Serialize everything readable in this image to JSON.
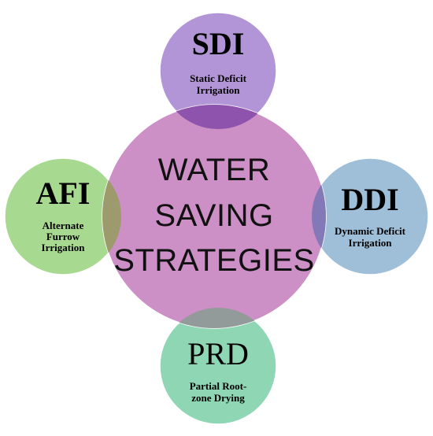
{
  "center": {
    "lines": [
      "WATER",
      "SAVING",
      "STRATEGIES"
    ],
    "color": "#cc8fc6"
  },
  "nodes": {
    "top": {
      "abbr": "SDI",
      "full_lines": [
        "Static Deficit",
        "Irrigation"
      ],
      "color": "#b295d6",
      "overlap_color": "#8d53ad"
    },
    "left": {
      "abbr": "AFI",
      "full_lines": [
        "Alternate",
        "Furrow",
        "Irrigation"
      ],
      "color": "#a7d990",
      "overlap_color": "#9d9a6e"
    },
    "right": {
      "abbr": "DDI",
      "full_lines": [
        "Dynamic Deficit",
        "Irrigation"
      ],
      "color": "#9fbfd9",
      "overlap_color": "#8279b6"
    },
    "bottom": {
      "abbr": "PRD",
      "full_lines": [
        "Partial Root-",
        "zone Drying"
      ],
      "color": "#8fd6b5",
      "overlap_color": "#939a9a"
    }
  }
}
